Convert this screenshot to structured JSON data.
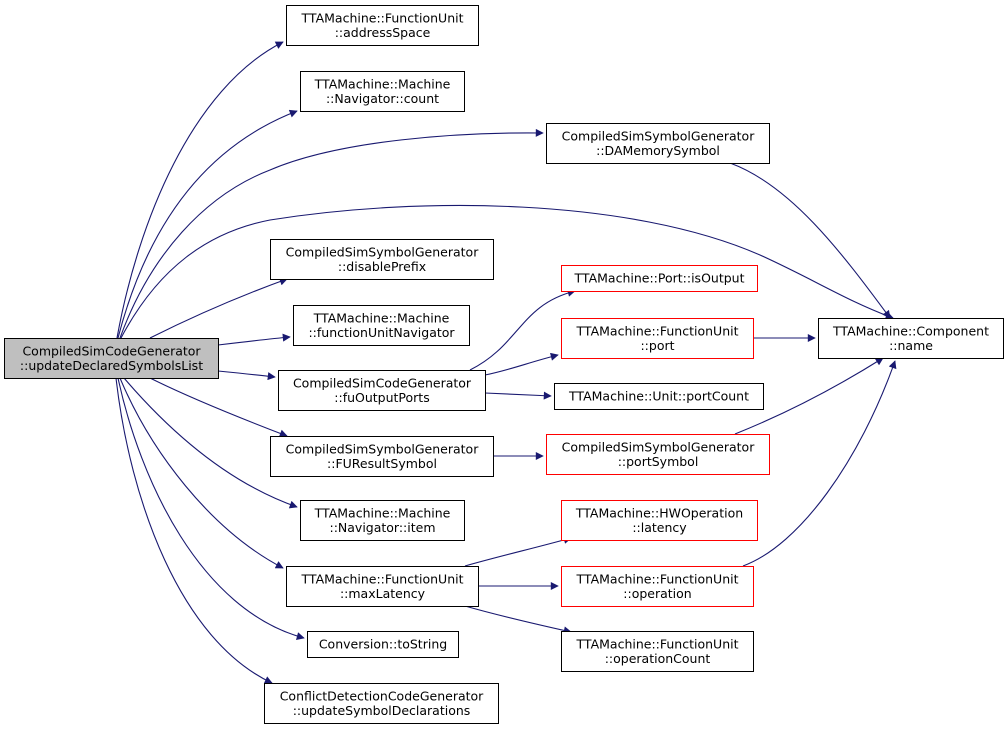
{
  "colors": {
    "edge": "#191970",
    "node_border": "#000000",
    "node_border_undocumented": "#ff0000",
    "root_fill": "#bfbfbf",
    "node_fill": "#ffffff"
  },
  "nodes": [
    {
      "id": "root",
      "lines": [
        "CompiledSimCodeGenerator",
        "::updateDeclaredSymbolsList"
      ],
      "style": "root"
    },
    {
      "id": "addressSpace",
      "lines": [
        "TTAMachine::FunctionUnit",
        "::addressSpace"
      ],
      "style": "normal"
    },
    {
      "id": "navCount",
      "lines": [
        "TTAMachine::Machine",
        "::Navigator::count"
      ],
      "style": "normal"
    },
    {
      "id": "daMemorySymbol",
      "lines": [
        "CompiledSimSymbolGenerator",
        "::DAMemorySymbol"
      ],
      "style": "normal"
    },
    {
      "id": "disablePrefix",
      "lines": [
        "CompiledSimSymbolGenerator",
        "::disablePrefix"
      ],
      "style": "normal"
    },
    {
      "id": "fuNavigator",
      "lines": [
        "TTAMachine::Machine",
        "::functionUnitNavigator"
      ],
      "style": "normal"
    },
    {
      "id": "fuOutputPorts",
      "lines": [
        "CompiledSimCodeGenerator",
        "::fuOutputPorts"
      ],
      "style": "normal"
    },
    {
      "id": "fuResultSymbol",
      "lines": [
        "CompiledSimSymbolGenerator",
        "::FUResultSymbol"
      ],
      "style": "normal"
    },
    {
      "id": "navItem",
      "lines": [
        "TTAMachine::Machine",
        "::Navigator::item"
      ],
      "style": "normal"
    },
    {
      "id": "maxLatency",
      "lines": [
        "TTAMachine::FunctionUnit",
        "::maxLatency"
      ],
      "style": "normal"
    },
    {
      "id": "toString",
      "lines": [
        "Conversion::toString"
      ],
      "style": "normal"
    },
    {
      "id": "updateSymbolDecl",
      "lines": [
        "ConflictDetectionCodeGenerator",
        "::updateSymbolDeclarations"
      ],
      "style": "normal"
    },
    {
      "id": "isOutput",
      "lines": [
        "TTAMachine::Port::isOutput"
      ],
      "style": "undocumented"
    },
    {
      "id": "fuPort",
      "lines": [
        "TTAMachine::FunctionUnit",
        "::port"
      ],
      "style": "undocumented"
    },
    {
      "id": "portCount",
      "lines": [
        "TTAMachine::Unit::portCount"
      ],
      "style": "normal"
    },
    {
      "id": "portSymbol",
      "lines": [
        "CompiledSimSymbolGenerator",
        "::portSymbol"
      ],
      "style": "undocumented"
    },
    {
      "id": "hwLatency",
      "lines": [
        "TTAMachine::HWOperation",
        "::latency"
      ],
      "style": "undocumented"
    },
    {
      "id": "fuOperation",
      "lines": [
        "TTAMachine::FunctionUnit",
        "::operation"
      ],
      "style": "undocumented"
    },
    {
      "id": "operationCount",
      "lines": [
        "TTAMachine::FunctionUnit",
        "::operationCount"
      ],
      "style": "normal"
    },
    {
      "id": "componentName",
      "lines": [
        "TTAMachine::Component",
        "::name"
      ],
      "style": "normal"
    }
  ],
  "edges": [
    {
      "from": "root",
      "to": "addressSpace"
    },
    {
      "from": "root",
      "to": "navCount"
    },
    {
      "from": "root",
      "to": "daMemorySymbol"
    },
    {
      "from": "root",
      "to": "componentName"
    },
    {
      "from": "root",
      "to": "disablePrefix"
    },
    {
      "from": "root",
      "to": "fuNavigator"
    },
    {
      "from": "root",
      "to": "fuOutputPorts"
    },
    {
      "from": "root",
      "to": "fuResultSymbol"
    },
    {
      "from": "root",
      "to": "navItem"
    },
    {
      "from": "root",
      "to": "maxLatency"
    },
    {
      "from": "root",
      "to": "toString"
    },
    {
      "from": "root",
      "to": "updateSymbolDecl"
    },
    {
      "from": "daMemorySymbol",
      "to": "componentName"
    },
    {
      "from": "fuOutputPorts",
      "to": "isOutput"
    },
    {
      "from": "fuOutputPorts",
      "to": "fuPort"
    },
    {
      "from": "fuOutputPorts",
      "to": "portCount"
    },
    {
      "from": "fuPort",
      "to": "componentName"
    },
    {
      "from": "fuResultSymbol",
      "to": "portSymbol"
    },
    {
      "from": "portSymbol",
      "to": "componentName"
    },
    {
      "from": "maxLatency",
      "to": "hwLatency"
    },
    {
      "from": "maxLatency",
      "to": "fuOperation"
    },
    {
      "from": "maxLatency",
      "to": "operationCount"
    },
    {
      "from": "fuOperation",
      "to": "componentName"
    }
  ]
}
